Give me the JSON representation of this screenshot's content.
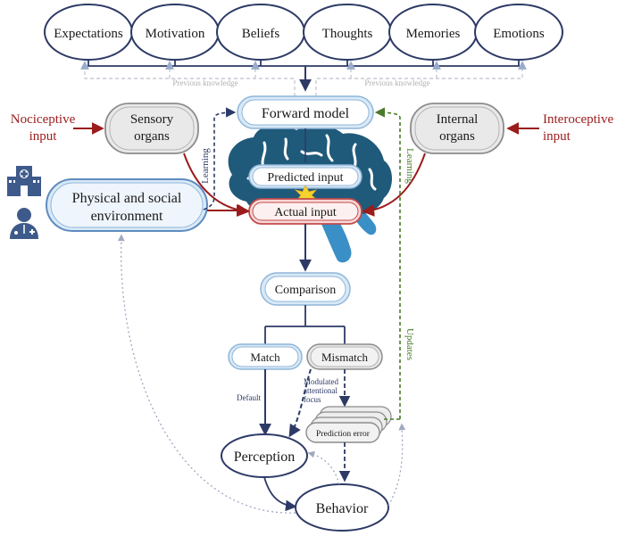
{
  "top_nodes": {
    "expectations": "Expectations",
    "motivation": "Motivation",
    "beliefs": "Beliefs",
    "thoughts": "Thoughts",
    "memories": "Memories",
    "emotions": "Emotions"
  },
  "previous_knowledge_left": "Previous knowledge",
  "previous_knowledge_right": "Previous knowledge",
  "forward_model": "Forward model",
  "predicted_input": "Predicted input",
  "actual_input": "Actual input",
  "sensory_organs": [
    "Sensory",
    "organs"
  ],
  "internal_organs": [
    "Internal",
    "organs"
  ],
  "nociceptive_input": [
    "Nociceptive",
    "input"
  ],
  "interoceptive_input": [
    "Interoceptive",
    "input"
  ],
  "environment": [
    "Physical and social",
    "environment"
  ],
  "learning_left": "Learning",
  "learning_right": "Learning",
  "comparison": "Comparison",
  "match": "Match",
  "mismatch": "Mismatch",
  "default_label": "Default",
  "modulated_focus": [
    "Modulated",
    "attentional",
    "focus"
  ],
  "prediction_error": "Prediction error",
  "updates": "Updates",
  "perception": "Perception",
  "behavior": "Behavior",
  "colors": {
    "navy": "#2d3a66",
    "brain": "#1f5a7a",
    "brain_light": "#3a8fc6",
    "pale_blue": "#d9e9f7",
    "red_arrow": "#9b1c1c",
    "green": "#4a7a2a",
    "pink": "#f8d8d8"
  },
  "icons": [
    "hospital-icon",
    "doctor-icon"
  ]
}
